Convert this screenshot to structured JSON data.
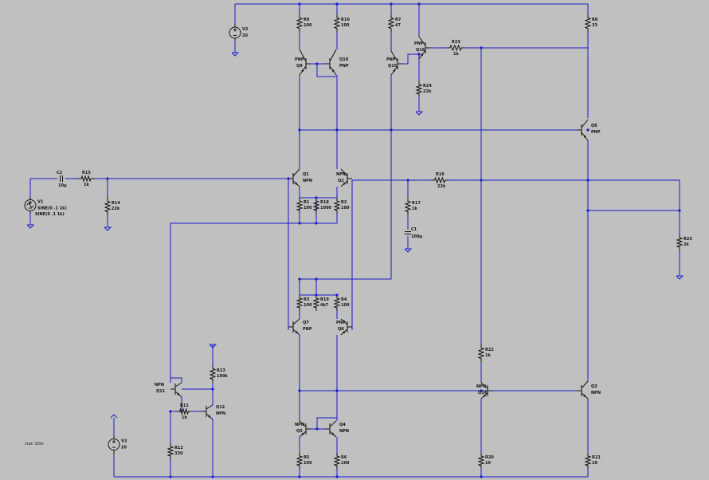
{
  "components": {
    "V1": {
      "name": "V1",
      "value": "SINE(0 .1 1k)"
    },
    "V2": {
      "name": "V2",
      "value": "20"
    },
    "V3": {
      "name": "V3",
      "value": "20"
    },
    "C1": {
      "name": "C1",
      "value": "100µ"
    },
    "C2": {
      "name": "C2",
      "value": "10µ"
    },
    "R1": {
      "name": "R1",
      "value": "100"
    },
    "R2": {
      "name": "R2",
      "value": "100"
    },
    "R3": {
      "name": "R3",
      "value": "100"
    },
    "R4": {
      "name": "R4",
      "value": "100"
    },
    "R5": {
      "name": "R5",
      "value": "100"
    },
    "R6": {
      "name": "R6",
      "value": "100"
    },
    "R7": {
      "name": "R7",
      "value": "47"
    },
    "R8": {
      "name": "R8",
      "value": "33"
    },
    "R9": {
      "name": "R9",
      "value": "100"
    },
    "R10": {
      "name": "R10",
      "value": "100"
    },
    "R11": {
      "name": "R11",
      "value": "1k"
    },
    "R12": {
      "name": "R12",
      "value": "330"
    },
    "R13": {
      "name": "R13",
      "value": "100k"
    },
    "R14": {
      "name": "R14",
      "value": "22k"
    },
    "R15": {
      "name": "R15",
      "value": "1k"
    },
    "R16": {
      "name": "R16",
      "value": "22k"
    },
    "R17": {
      "name": "R17",
      "value": "1k"
    },
    "R18": {
      "name": "R18",
      "value": "1000"
    },
    "R19": {
      "name": "R19",
      "value": "4k7"
    },
    "R20": {
      "name": "R20",
      "value": "10"
    },
    "R21": {
      "name": "R21",
      "value": "10"
    },
    "R22": {
      "name": "R22",
      "value": "1k"
    },
    "R23": {
      "name": "R23",
      "value": "1k"
    },
    "R24": {
      "name": "R24",
      "value": "22k"
    },
    "R25": {
      "name": "R25",
      "value": "2k"
    },
    "Q1": {
      "name": "Q1",
      "type": "NPN"
    },
    "Q2": {
      "name": "Q2",
      "type": "NPN"
    },
    "Q3": {
      "name": "Q3",
      "type": "NPN"
    },
    "Q4": {
      "name": "Q4",
      "type": "NPN"
    },
    "Q5": {
      "name": "Q5",
      "type": "NPN"
    },
    "Q6": {
      "name": "Q6",
      "type": "PNP"
    },
    "Q7": {
      "name": "Q7",
      "type": "PNP"
    },
    "Q8": {
      "name": "Q8",
      "type": "PNP"
    },
    "Q9": {
      "name": "Q9",
      "type": "PNP"
    },
    "Q10": {
      "name": "Q10",
      "type": "PNP"
    },
    "Q11": {
      "name": "Q11",
      "type": "NPN"
    },
    "Q12": {
      "name": "Q12",
      "type": "NPN"
    },
    "Q14": {
      "name": "Q14",
      "type": "NPN"
    },
    "Q15": {
      "name": "Q15",
      "type": "PNP"
    },
    "Q16": {
      "name": "Q16",
      "type": "PNP"
    }
  },
  "directive": ".tran 10m",
  "colors": {
    "background": "#c0c0c0",
    "wire": "#1a1acc",
    "component": "#111111"
  }
}
